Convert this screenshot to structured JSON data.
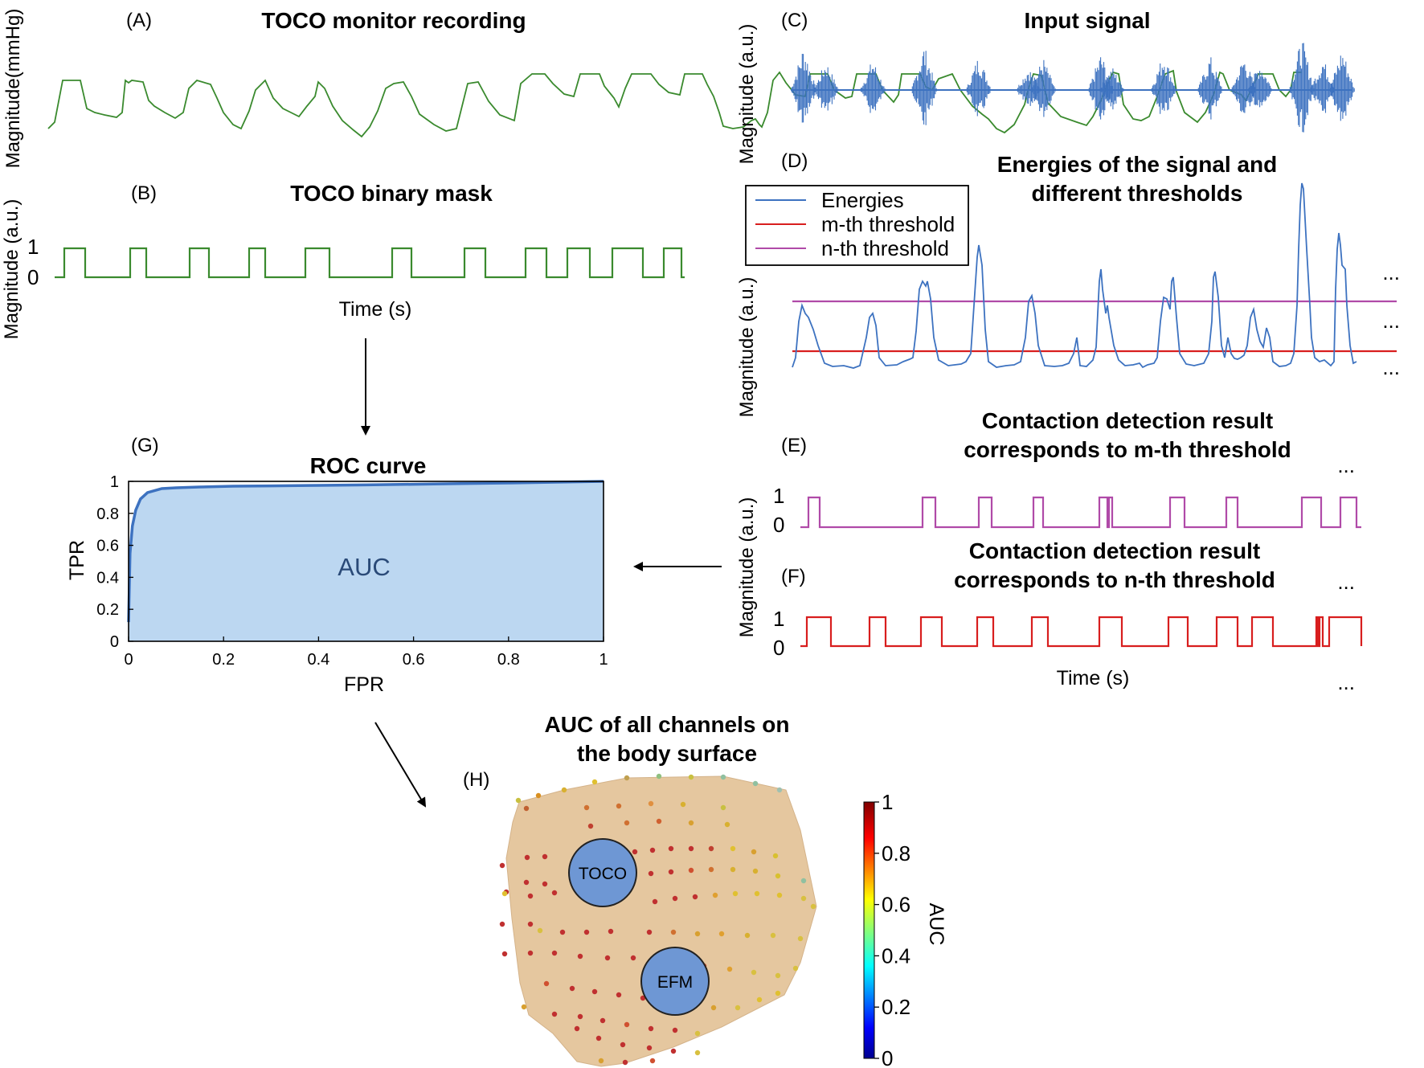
{
  "colors": {
    "toco_green": "#3a8a2e",
    "signal_blue": "#3d72c0",
    "m_threshold": "#d81e1e",
    "n_threshold": "#b04aa8",
    "roc_fill": "#bcd7f1",
    "roc_line": "#3d72c0",
    "body_fill": "#e5c79f",
    "circle_fill": "#6e97d4"
  },
  "panels": {
    "A": {
      "letter": "(A)",
      "title": "TOCO monitor recording",
      "ylabel": "Magnitude(mmHg)"
    },
    "B": {
      "letter": "(B)",
      "title": "TOCO binary mask",
      "ylabel": "Magnitude (a.u.)",
      "ytick_high": "1",
      "ytick_low": "0",
      "xlabel": "Time (s)"
    },
    "C": {
      "letter": "(C)",
      "title": "Input signal",
      "ylabel": "Magnitude (a.u.)"
    },
    "D": {
      "letter": "(D)",
      "title_line1": "Energies of the signal and",
      "title_line2": "different thresholds",
      "ylabel": "Magnitude (a.u.)",
      "legend": [
        "Energies",
        "m-th threshold",
        "n-th threshold"
      ],
      "ellipsis": "..."
    },
    "E": {
      "letter": "(E)",
      "title_line1": "Contaction detection result",
      "title_line2": "corresponds to m-th threshold",
      "ytick_high": "1",
      "ytick_low": "0",
      "ellipsis": "..."
    },
    "F": {
      "letter": "(F)",
      "title_line1": "Contaction detection result",
      "title_line2": "corresponds to n-th threshold",
      "ytick_high": "1",
      "ytick_low": "0",
      "xlabel": "Time (s)",
      "ylabel": "Magnitude (a.u.)",
      "ellipsis": "..."
    },
    "G": {
      "letter": "(G)",
      "title": "ROC curve",
      "area_label": "AUC",
      "xlabel": "FPR",
      "ylabel": "TPR",
      "xticks": [
        "0",
        "0.2",
        "0.4",
        "0.6",
        "0.8",
        "1"
      ],
      "yticks": [
        "0",
        "0.2",
        "0.4",
        "0.6",
        "0.8",
        "1"
      ]
    },
    "H": {
      "letter": "(H)",
      "title_line1": "AUC of all channels on",
      "title_line2": "the body surface",
      "toco_label": "TOCO",
      "efm_label": "EFM",
      "colorbar_label": "AUC",
      "colorbar_ticks": [
        "0",
        "0.2",
        "0.4",
        "0.6",
        "0.8",
        "1"
      ]
    }
  },
  "chart_data": [
    {
      "type": "line",
      "title": "TOCO binary mask",
      "ylabel": "Magnitude (a.u.)",
      "xlabel": "Time (s)",
      "ylim": [
        0,
        1
      ],
      "series": [
        {
          "values": [
            0,
            1,
            0,
            1,
            0,
            1,
            0,
            1,
            0,
            1,
            0,
            1,
            0,
            1,
            0,
            1,
            0,
            1,
            0,
            1,
            0,
            1,
            0
          ]
        }
      ]
    },
    {
      "type": "line",
      "title": "Contaction detection result corresponds to m-th threshold",
      "ylim": [
        0,
        1
      ],
      "series": [
        {
          "values": [
            0,
            1,
            0,
            1,
            0,
            1,
            0,
            1,
            0,
            1,
            0,
            1,
            0,
            1,
            0,
            1,
            0,
            1,
            0,
            1,
            0
          ]
        }
      ]
    },
    {
      "type": "line",
      "title": "Contaction detection result corresponds to n-th threshold",
      "xlabel": "Time (s)",
      "ylim": [
        0,
        1
      ],
      "series": [
        {
          "values": [
            0,
            1,
            0,
            1,
            0,
            1,
            0,
            1,
            0,
            1,
            0,
            1,
            0,
            1,
            0,
            1,
            0,
            1,
            0,
            1,
            0,
            1,
            0,
            1,
            0
          ]
        }
      ]
    },
    {
      "type": "area",
      "title": "ROC curve",
      "xlabel": "FPR",
      "ylabel": "TPR",
      "xlim": [
        0,
        1
      ],
      "ylim": [
        0,
        1
      ],
      "series": [
        {
          "x": [
            0,
            0.003,
            0.008,
            0.015,
            0.025,
            0.04,
            0.07,
            0.1,
            0.15,
            0.22,
            0.3,
            0.4,
            0.5,
            0.6,
            0.7,
            0.8,
            0.9,
            1.0
          ],
          "y": [
            0.12,
            0.55,
            0.72,
            0.82,
            0.89,
            0.93,
            0.955,
            0.96,
            0.965,
            0.97,
            0.972,
            0.975,
            0.978,
            0.982,
            0.986,
            0.99,
            0.995,
            1.0
          ]
        }
      ]
    }
  ]
}
